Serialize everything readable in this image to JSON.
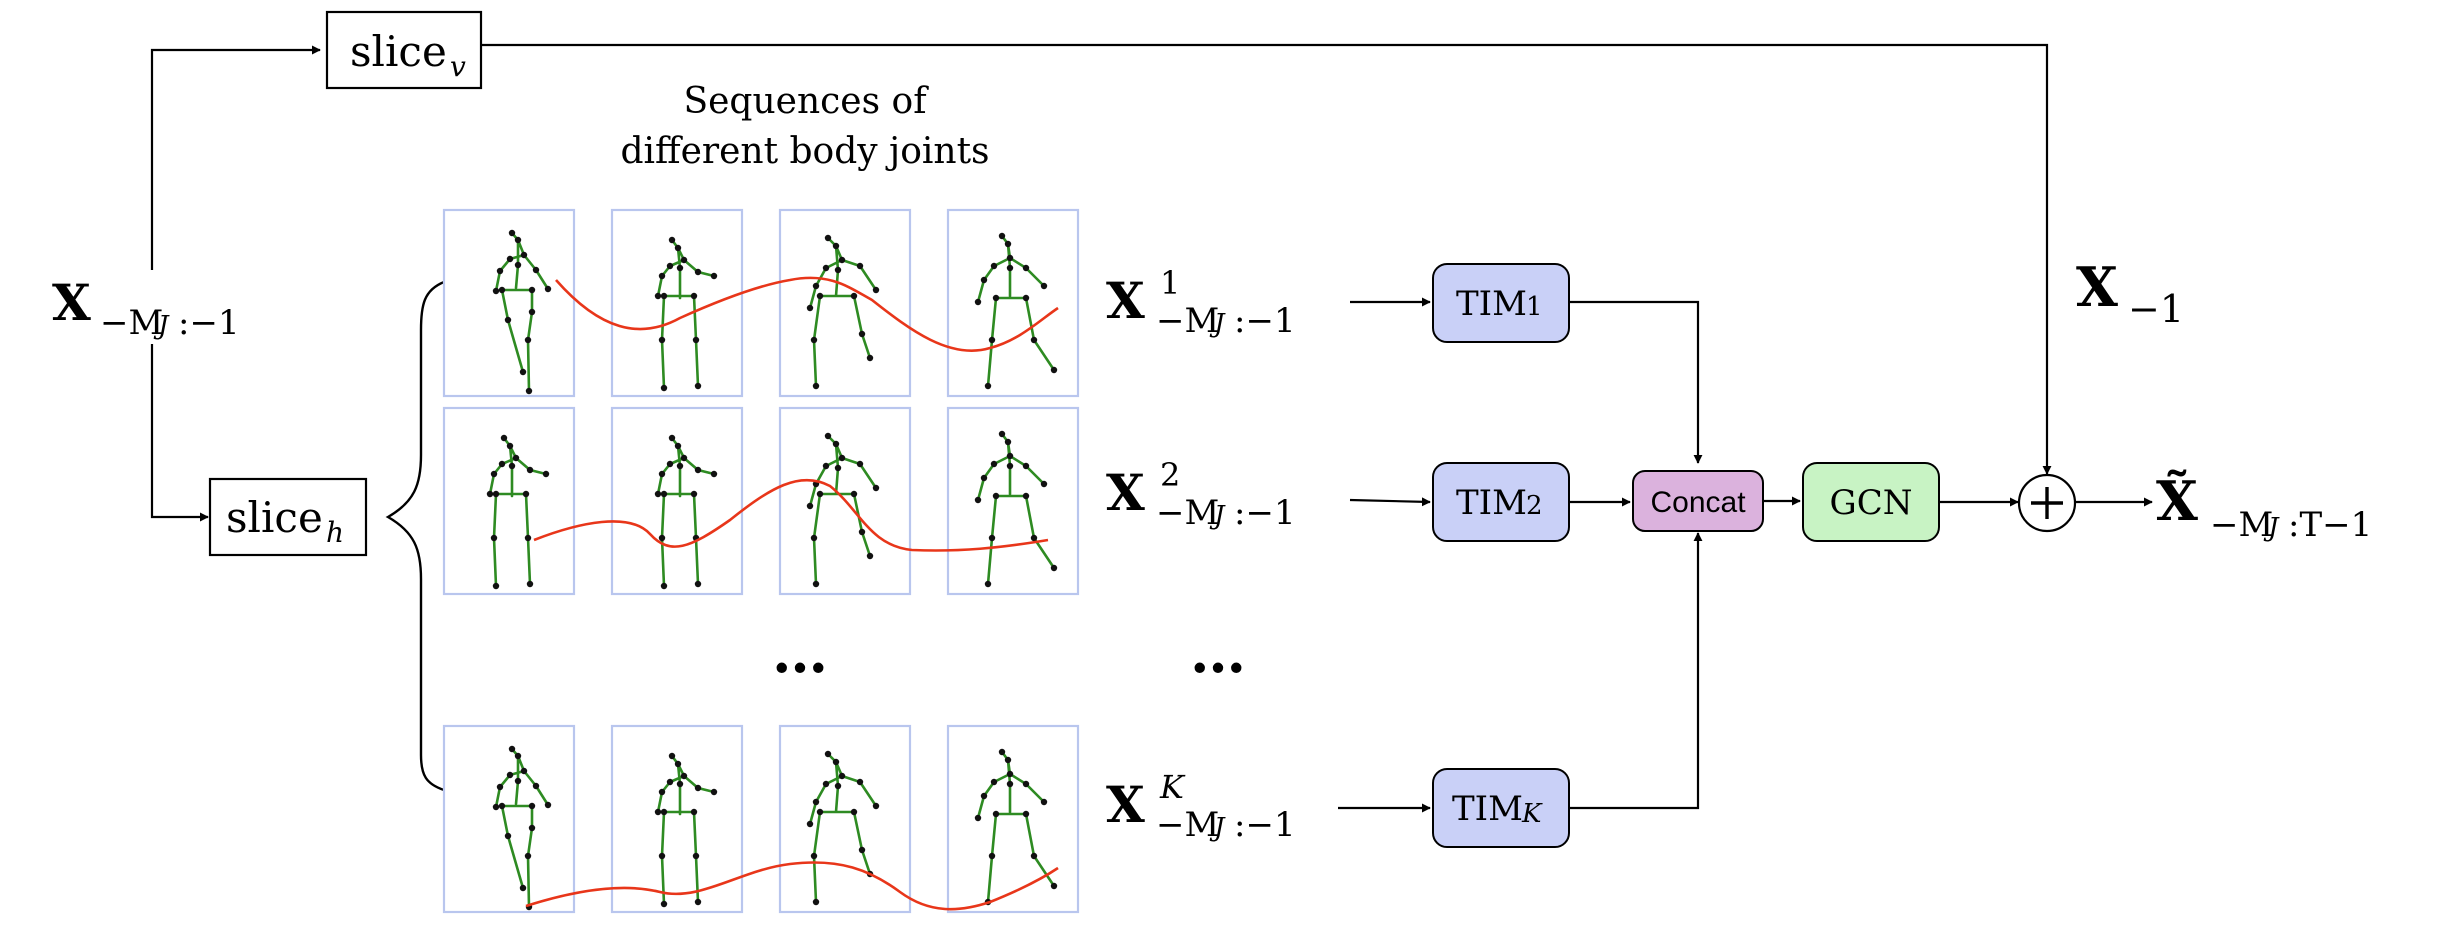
{
  "labels": {
    "slice_v": "slice",
    "slice_v_sub": "v",
    "slice_h": "slice",
    "slice_h_sub": "h",
    "sequences_caption_line1": "Sequences of",
    "sequences_caption_line2": "different body joints",
    "input_bold": "X",
    "input_sub": "−M",
    "input_sub_J": "J",
    "input_sub_tail": ":−1",
    "x1_sup": "1",
    "x2_sup": "2",
    "xk_sup": "K",
    "ellipsis": "…",
    "x_last_bold": "X",
    "x_last_sub": "−1",
    "output_bold": "X̃",
    "output_sub_pre": "−M",
    "output_sub_J": "J",
    "output_sub_tail": ":T−1"
  },
  "blocks": {
    "tim1": "TIM",
    "tim1_sub": "1",
    "tim2": "TIM",
    "tim2_sub": "2",
    "timk": "TIM",
    "timk_sub": "K",
    "concat": "Concat",
    "gcn": "GCN",
    "plus_symbol": "+"
  },
  "colors": {
    "tim_fill": "#c9d0f7",
    "concat_fill": "#dbb2dd",
    "gcn_fill": "#c8f3c4",
    "frame_border": "#b9c6ee",
    "skeleton": "#2e8b22",
    "trajectory": "#e8361a"
  }
}
